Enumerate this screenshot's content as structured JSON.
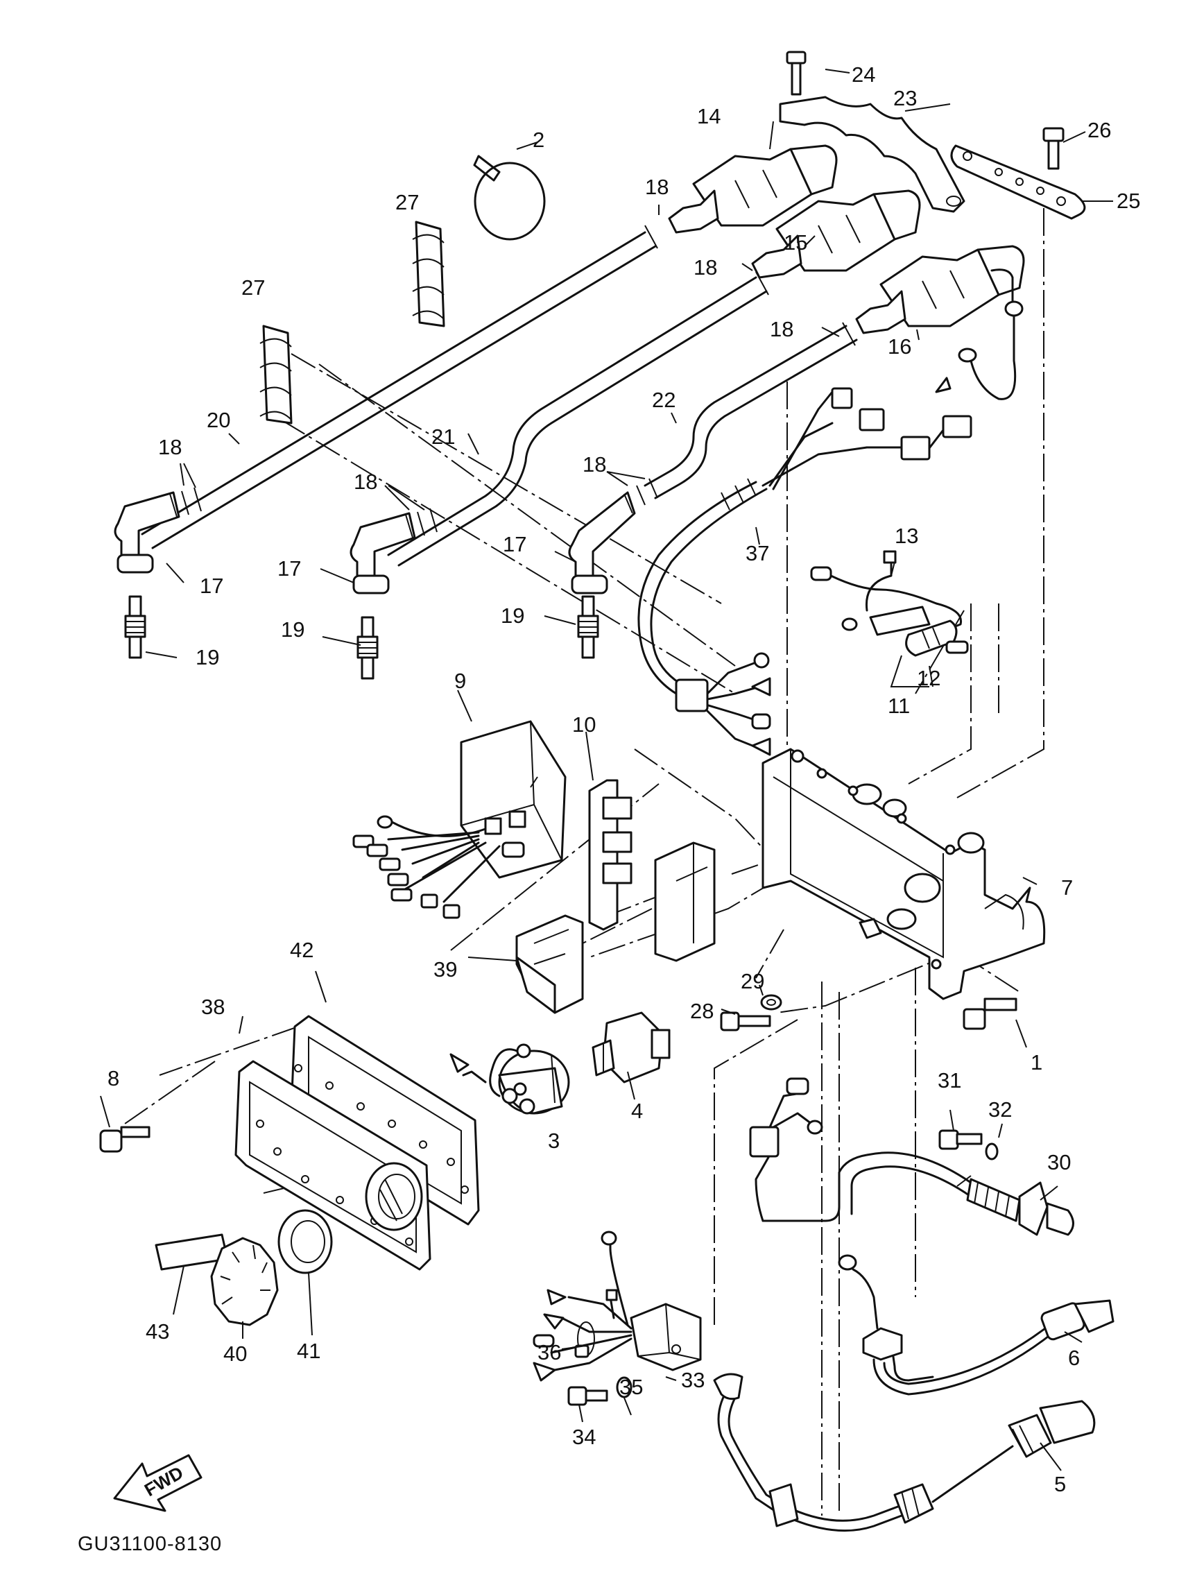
{
  "diagram_code": "GU31100-8130",
  "fwd_label": "FWD",
  "callouts": {
    "c1": "1",
    "c2": "2",
    "c3": "3",
    "c4": "4",
    "c5": "5",
    "c6": "6",
    "c7": "7",
    "c8": "8",
    "c9": "9",
    "c10": "10",
    "c11": "11",
    "c12": "12",
    "c13": "13",
    "c14": "14",
    "c15": "15",
    "c16": "16",
    "c17": "17",
    "c18": "18",
    "c19": "19",
    "c20": "20",
    "c21": "21",
    "c22": "22",
    "c23": "23",
    "c24": "24",
    "c25": "25",
    "c26": "26",
    "c27": "27",
    "c28": "28",
    "c29": "29",
    "c30": "30",
    "c31": "31",
    "c32": "32",
    "c33": "33",
    "c34": "34",
    "c35": "35",
    "c36": "36",
    "c37": "37",
    "c38": "38",
    "c39": "39",
    "c40": "40",
    "c41": "41",
    "c42": "42",
    "c43": "43"
  }
}
